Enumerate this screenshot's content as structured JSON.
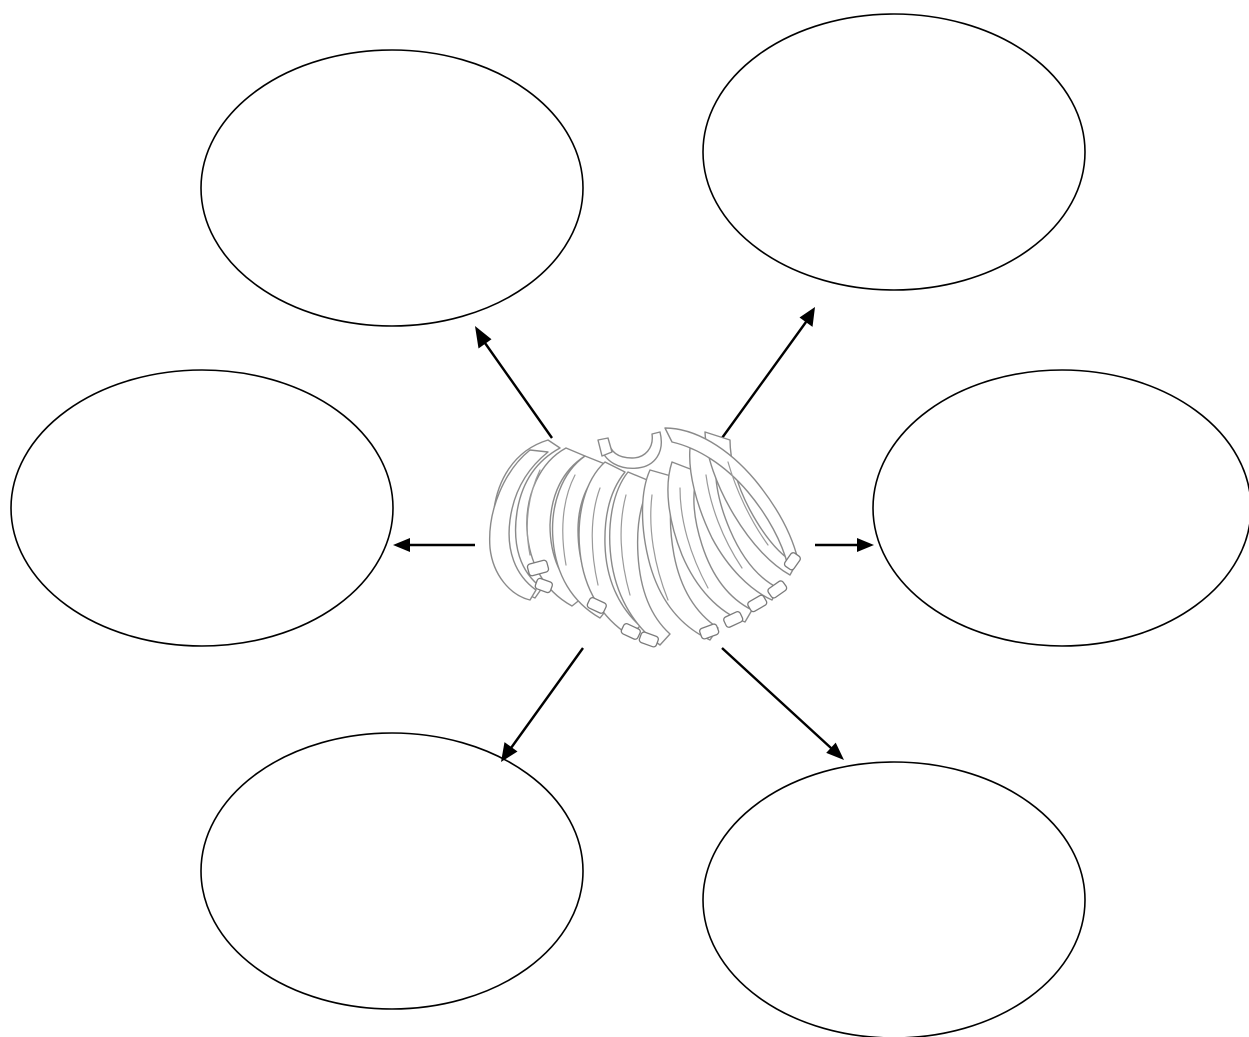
{
  "diagram": {
    "type": "spider-map",
    "center": {
      "icon": "banana-bunch-icon"
    },
    "bubbles": [
      {
        "id": "top-left",
        "text": ""
      },
      {
        "id": "top-right",
        "text": ""
      },
      {
        "id": "middle-left",
        "text": ""
      },
      {
        "id": "middle-right",
        "text": ""
      },
      {
        "id": "bottom-left",
        "text": ""
      },
      {
        "id": "bottom-right",
        "text": ""
      }
    ],
    "colors": {
      "line": "#000000",
      "background": "#ffffff",
      "sketch": "#8a8a8a"
    }
  }
}
